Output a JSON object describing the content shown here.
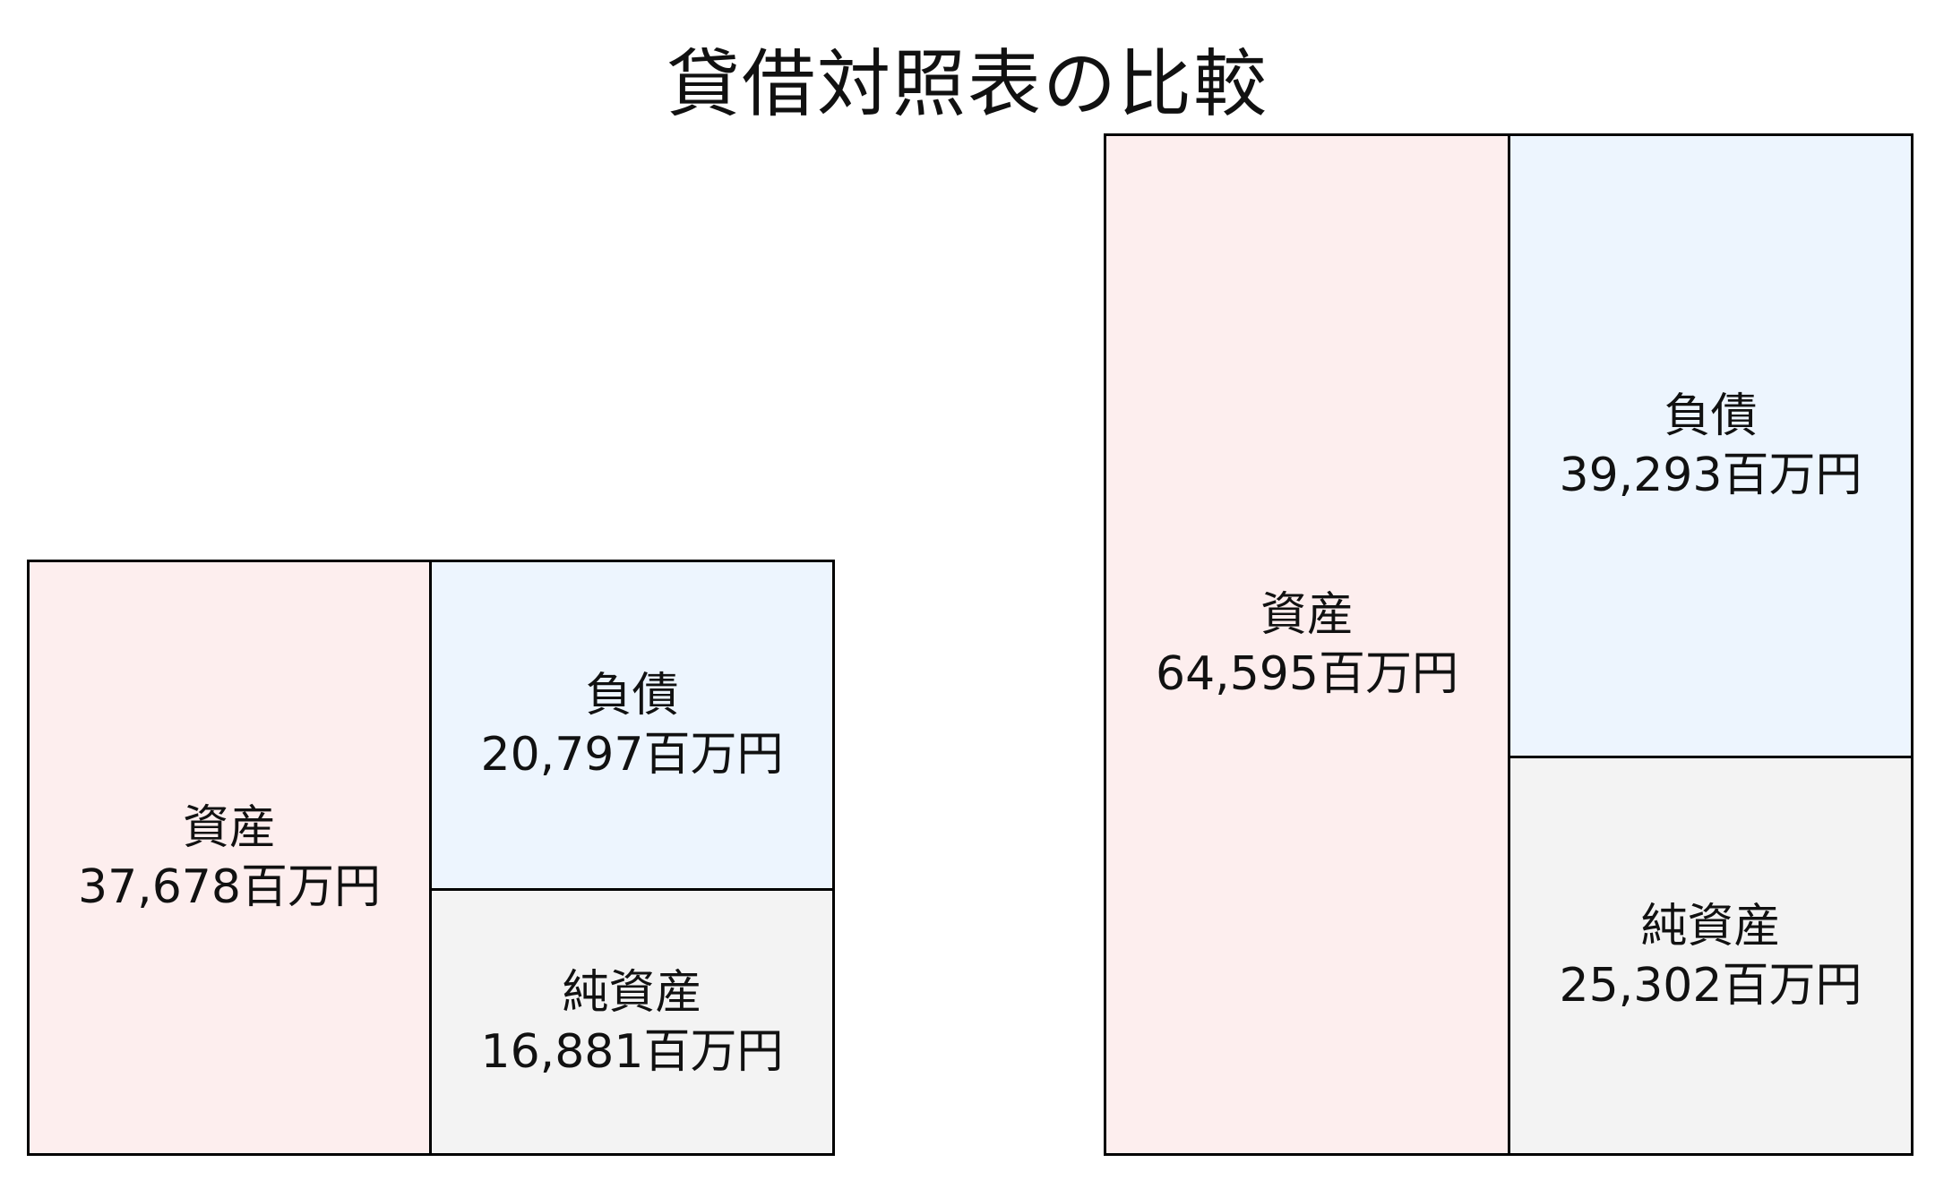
{
  "title": "貸借対照表の比較",
  "unit": "百万円",
  "colors": {
    "assets": "#fdeeee",
    "liabilities": "#edf5fe",
    "net_assets": "#f3f3f3",
    "border": "#000000"
  },
  "balance_sheets": [
    {
      "assets": {
        "label": "資産",
        "value": "37,678百万円"
      },
      "liabilities": {
        "label": "負債",
        "value": "20,797百万円"
      },
      "net_assets": {
        "label": "純資産",
        "value": "16,881百万円"
      }
    },
    {
      "assets": {
        "label": "資産",
        "value": "64,595百万円"
      },
      "liabilities": {
        "label": "負債",
        "value": "39,293百万円"
      },
      "net_assets": {
        "label": "純資産",
        "value": "25,302百万円"
      }
    }
  ]
}
